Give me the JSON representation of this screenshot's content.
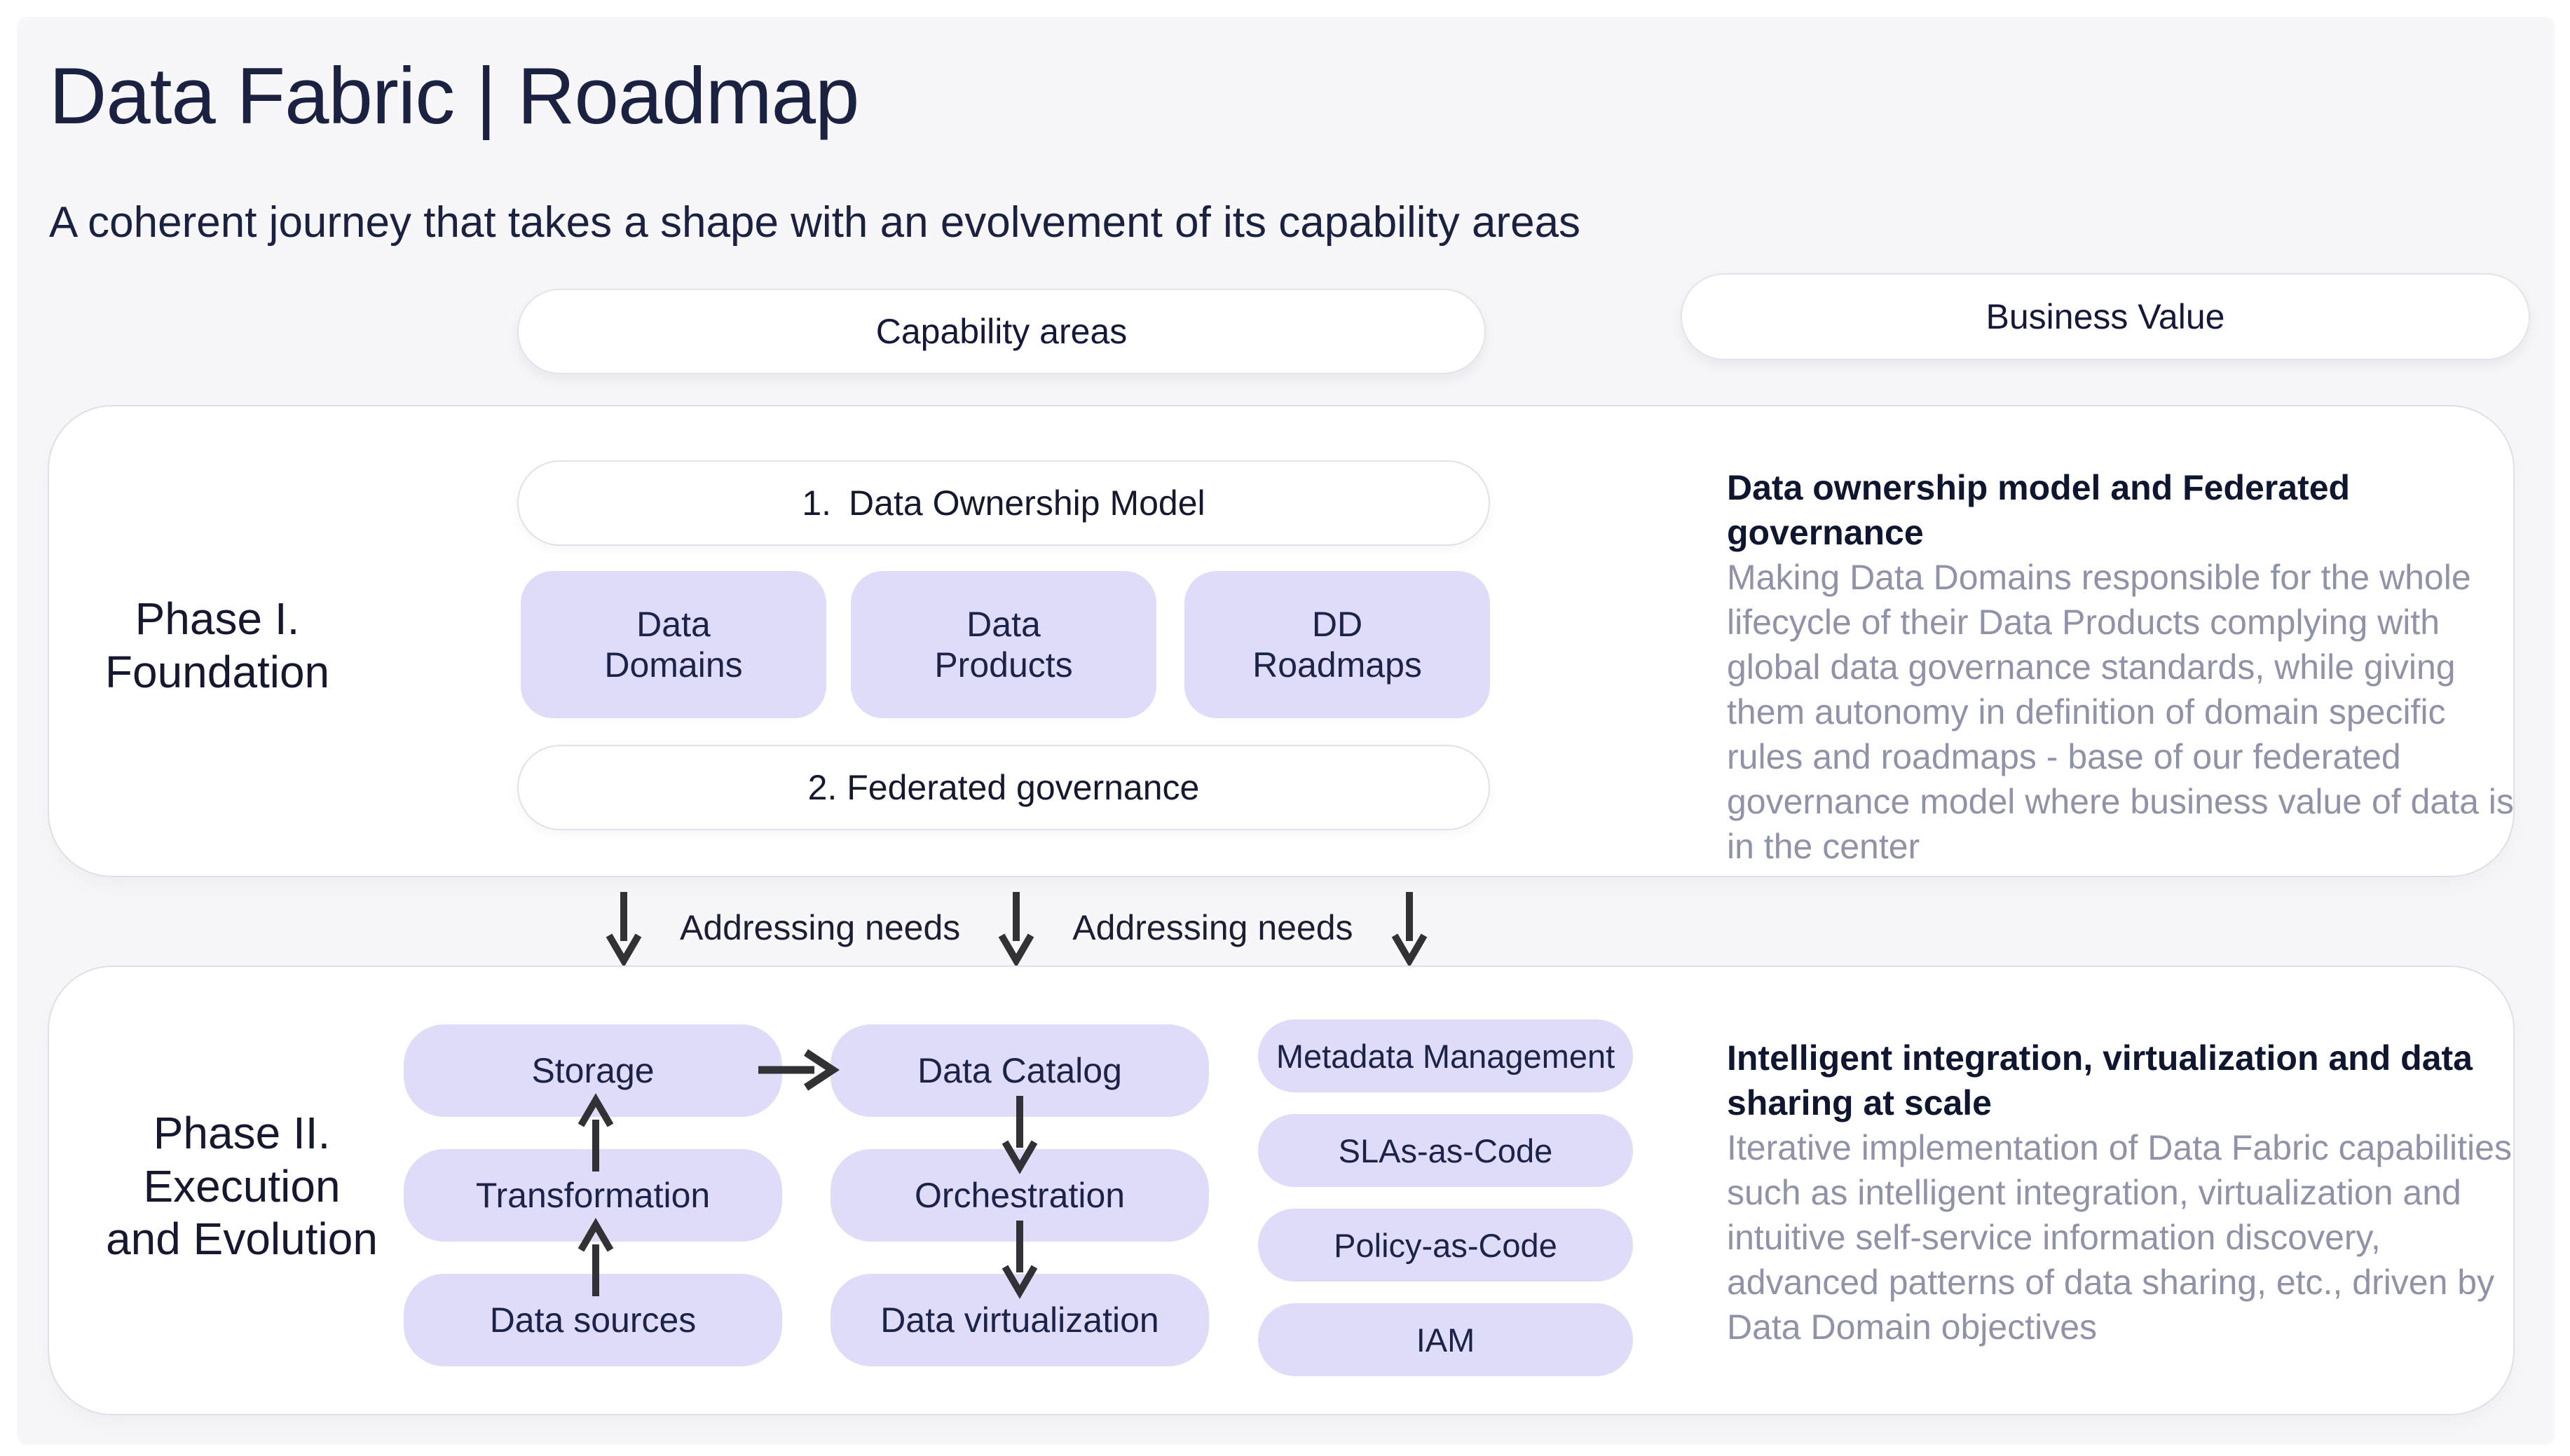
{
  "page": {
    "title": "Data Fabric | Roadmap",
    "subtitle": "A coherent journey that takes a shape with an evolvement of its capability areas"
  },
  "column_headers": {
    "capability_areas": "Capability areas",
    "business_value": "Business Value"
  },
  "phase1": {
    "label": {
      "line1": "Phase I.",
      "line2": "Foundation"
    },
    "top_pill": "1. Data Ownership Model",
    "boxes": [
      {
        "line1": "Data",
        "line2": "Domains"
      },
      {
        "line1": "Data",
        "line2": "Products"
      },
      {
        "line1": "DD",
        "line2": "Roadmaps"
      }
    ],
    "bottom_pill": "2. Federated governance",
    "business_value": {
      "title": "Data ownership model and Federated governance",
      "body": "Making Data Domains responsible for the whole lifecycle of their Data Products complying with global data governance standards, while giving them autonomy in definition of domain specific rules and roadmaps - base of our federated governance model where business value of data is in the center"
    }
  },
  "connector": {
    "label_1": "Addressing needs",
    "label_2": "Addressing needs"
  },
  "phase2": {
    "label": {
      "line1": "Phase II.",
      "line2": "Execution",
      "line3": "and Evolution"
    },
    "flow": {
      "col1": [
        "Storage",
        "Transformation",
        "Data sources"
      ],
      "col2": [
        "Data Catalog",
        "Orchestration",
        "Data virtualization"
      ]
    },
    "side_pills": [
      "Metadata Management",
      "SLAs-as-Code",
      "Policy-as-Code",
      "IAM"
    ],
    "business_value": {
      "title": "Intelligent integration, virtualization and data sharing at scale",
      "body": "Iterative implementation of Data Fabric capabilities such as intelligent integration, virtualization and intuitive self-service information discovery, advanced patterns of data sharing, etc., driven by Data Domain objectives"
    }
  },
  "colors": {
    "slide_bg": "#f7f7f9",
    "panel_bg": "#ffffff",
    "panel_border": "#dfdfe9",
    "capability_fill": "#dedcf8",
    "text_dark": "#1b2140",
    "text_muted": "#9093a8",
    "arrow": "#323236"
  }
}
